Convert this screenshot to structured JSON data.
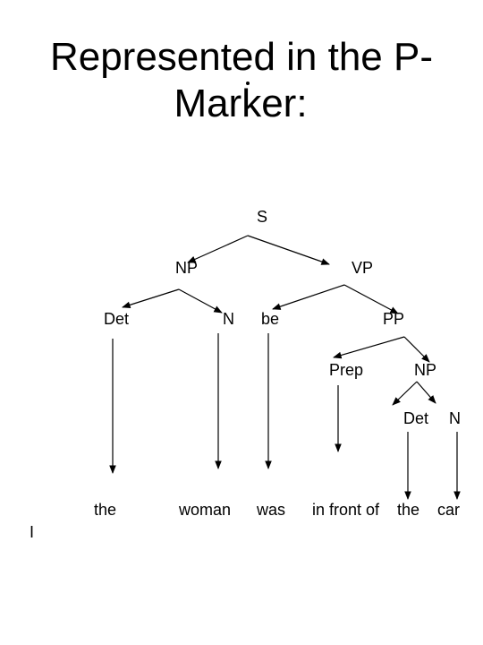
{
  "slide": {
    "title_line1": "Represented in the P-",
    "title_line2": "Marker:"
  },
  "tree": {
    "nodes": {
      "s": "S",
      "np": "NP",
      "vp": "VP",
      "det": "Det",
      "n": "N",
      "be": "be",
      "pp": "PP",
      "prep": "Prep",
      "np2": "NP",
      "det2": "Det",
      "n2": "N"
    },
    "words": {
      "the": "the",
      "woman": "woman",
      "was": "was",
      "in_front_of": "in front of",
      "the2": "the",
      "car": "car"
    },
    "side_mark": "I"
  }
}
